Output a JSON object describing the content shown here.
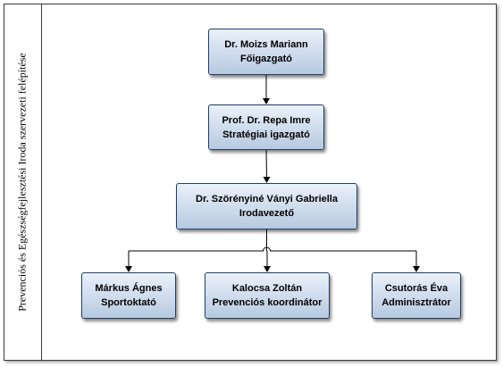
{
  "side_title": "Prevenciós és Egészségfejlesztési Iroda szervezeti felépítése",
  "nodes": [
    {
      "id": "director",
      "name": "Dr. Moizs Mariann",
      "title": "Főigazgató"
    },
    {
      "id": "strategy",
      "name": "Prof. Dr. Repa Imre",
      "title": "Stratégiai igazgató"
    },
    {
      "id": "office-head",
      "name": "Dr. Szörényiné Ványi Gabriella",
      "title": "Irodavezető"
    },
    {
      "id": "sport",
      "name": "Márkus Ágnes",
      "title": "Sportoktató"
    },
    {
      "id": "prevention",
      "name": "Kalocsa Zoltán",
      "title": "Prevenciós koordinátor"
    },
    {
      "id": "admin",
      "name": "Csutorás Éva",
      "title": "Adminisztrátor"
    }
  ],
  "edges": [
    {
      "from": "director",
      "to": "strategy"
    },
    {
      "from": "strategy",
      "to": "office-head"
    },
    {
      "from": "office-head",
      "to": "sport"
    },
    {
      "from": "office-head",
      "to": "prevention"
    },
    {
      "from": "office-head",
      "to": "admin"
    }
  ],
  "colors": {
    "box_border": "#1f3f69",
    "box_fill_top": "#eaf1fa",
    "box_fill_bottom": "#b7c9e0",
    "line": "#000000"
  }
}
